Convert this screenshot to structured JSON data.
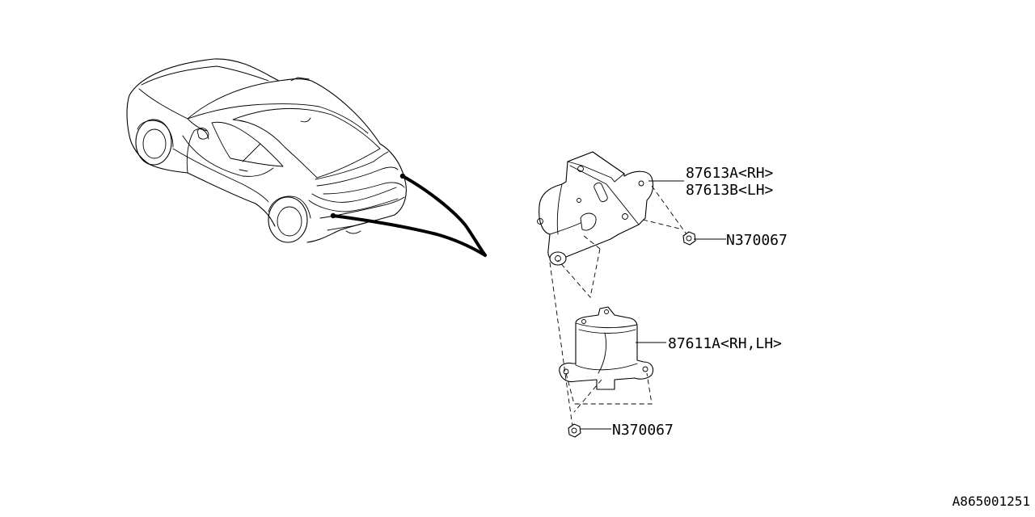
{
  "labels": {
    "bracket_rh": "87613A<RH>",
    "bracket_lh": "87613B<LH>",
    "nut_upper": "N370067",
    "sensor": "87611A<RH,LH>",
    "nut_lower": "N370067"
  },
  "diagram_code": "A865001251",
  "icons": {
    "vehicle": "vehicle-rear-view-icon",
    "bracket": "bracket-icon",
    "sensor": "sensor-module-icon",
    "nut": "nut-icon"
  },
  "colors": {
    "line": "#000000",
    "background": "#ffffff"
  }
}
